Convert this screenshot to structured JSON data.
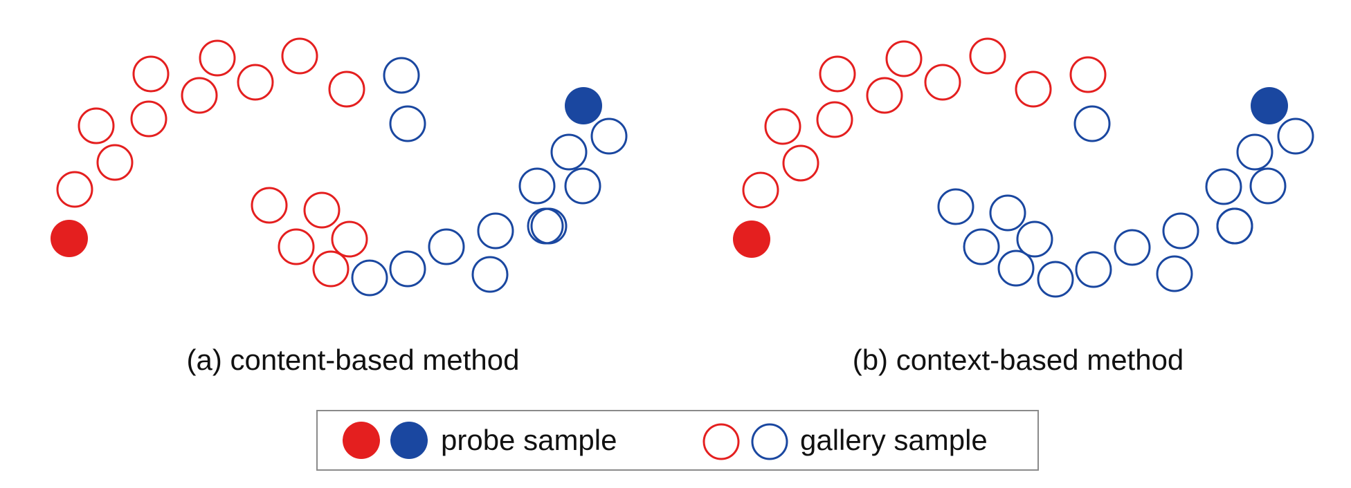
{
  "colors": {
    "red": "#e41f1f",
    "blue": "#1a47a0",
    "legend_border": "#8a8a8a"
  },
  "panels": [
    {
      "id": "content-based",
      "caption": "(a) content-based method",
      "samples": [
        {
          "role": "probe",
          "cls": "red"
        },
        {
          "role": "gallery",
          "cls": "red"
        },
        {
          "role": "gallery",
          "cls": "red"
        },
        {
          "role": "gallery",
          "cls": "red"
        },
        {
          "role": "gallery",
          "cls": "red"
        },
        {
          "role": "gallery",
          "cls": "red"
        },
        {
          "role": "gallery",
          "cls": "red"
        },
        {
          "role": "gallery",
          "cls": "red"
        },
        {
          "role": "gallery",
          "cls": "red"
        },
        {
          "role": "gallery",
          "cls": "red"
        },
        {
          "role": "gallery",
          "cls": "red"
        },
        {
          "role": "gallery",
          "cls": "red"
        },
        {
          "role": "gallery",
          "cls": "red"
        },
        {
          "role": "gallery",
          "cls": "red"
        },
        {
          "role": "gallery",
          "cls": "red"
        },
        {
          "role": "gallery",
          "cls": "red"
        },
        {
          "role": "gallery",
          "cls": "blue"
        },
        {
          "role": "gallery",
          "cls": "blue"
        },
        {
          "role": "gallery",
          "cls": "blue"
        },
        {
          "role": "gallery",
          "cls": "blue"
        },
        {
          "role": "gallery",
          "cls": "blue"
        },
        {
          "role": "gallery",
          "cls": "blue"
        },
        {
          "role": "gallery",
          "cls": "blue"
        },
        {
          "role": "gallery",
          "cls": "blue"
        },
        {
          "role": "gallery",
          "cls": "blue"
        },
        {
          "role": "gallery",
          "cls": "blue"
        },
        {
          "role": "gallery",
          "cls": "blue"
        },
        {
          "role": "gallery",
          "cls": "blue"
        },
        {
          "role": "gallery",
          "cls": "blue"
        },
        {
          "role": "probe",
          "cls": "blue"
        }
      ]
    },
    {
      "id": "context-based",
      "caption": "(b) context-based method",
      "samples": [
        {
          "role": "probe",
          "cls": "red"
        },
        {
          "role": "gallery",
          "cls": "red"
        },
        {
          "role": "gallery",
          "cls": "red"
        },
        {
          "role": "gallery",
          "cls": "red"
        },
        {
          "role": "gallery",
          "cls": "red"
        },
        {
          "role": "gallery",
          "cls": "red"
        },
        {
          "role": "gallery",
          "cls": "red"
        },
        {
          "role": "gallery",
          "cls": "red"
        },
        {
          "role": "gallery",
          "cls": "red"
        },
        {
          "role": "gallery",
          "cls": "red"
        },
        {
          "role": "gallery",
          "cls": "red"
        },
        {
          "role": "gallery",
          "cls": "red"
        },
        {
          "role": "gallery",
          "cls": "blue"
        },
        {
          "role": "gallery",
          "cls": "blue"
        },
        {
          "role": "gallery",
          "cls": "blue"
        },
        {
          "role": "gallery",
          "cls": "blue"
        },
        {
          "role": "gallery",
          "cls": "blue"
        },
        {
          "role": "gallery",
          "cls": "blue"
        },
        {
          "role": "gallery",
          "cls": "blue"
        },
        {
          "role": "gallery",
          "cls": "blue"
        },
        {
          "role": "gallery",
          "cls": "blue"
        },
        {
          "role": "gallery",
          "cls": "blue"
        },
        {
          "role": "gallery",
          "cls": "blue"
        },
        {
          "role": "gallery",
          "cls": "blue"
        },
        {
          "role": "gallery",
          "cls": "blue"
        },
        {
          "role": "gallery",
          "cls": "blue"
        },
        {
          "role": "gallery",
          "cls": "blue"
        },
        {
          "role": "gallery",
          "cls": "blue"
        },
        {
          "role": "gallery",
          "cls": "blue"
        },
        {
          "role": "probe",
          "cls": "blue"
        }
      ]
    }
  ],
  "legend": {
    "probe_label": "probe sample",
    "gallery_label": "gallery sample"
  }
}
